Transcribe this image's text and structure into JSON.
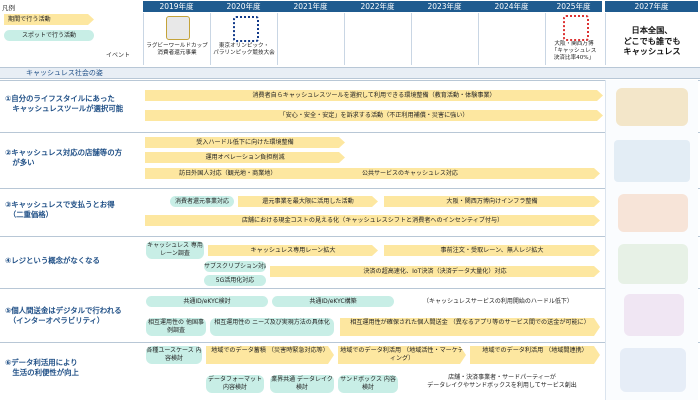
{
  "legend": {
    "title": "凡例",
    "period_label": "期間で行う活動",
    "spot_label": "スポットで行う活動",
    "event_label": "イベント"
  },
  "years": [
    "2019年度",
    "2020年度",
    "2021年度",
    "2022年度",
    "2023年度",
    "2024年度",
    "2025年度",
    "2027年度"
  ],
  "events": [
    {
      "label": "ラグビーワールドカップ\n消費者還元事業",
      "logo": "rugby-world-cup-logo"
    },
    {
      "label": "東京オリンピック・\nパラリンピック競技大会",
      "logo": "tokyo-2020-logo"
    },
    {
      "label": "大阪・関西万博\n「キャッシュレス\n決済比率40%」",
      "logo": "expo-2025-logo"
    }
  ],
  "goal": "日本全国、\nどこでも誰でも\nキャッシュレス",
  "society_label": "キャッシュレス社会の姿",
  "rows": [
    {
      "label": "①自分のライフスタイルにあった\n　キャッシュレスツールが選択可能",
      "items": [
        {
          "type": "arrow",
          "text": "消費者自らキャッシュレスツールを選択して利用できる環境整備（教育活動・体験事業）"
        },
        {
          "type": "arrow",
          "text": "「安心・安全・安定」を訴求する活動（不正利用補償・災害に強い）"
        }
      ]
    },
    {
      "label": "②キャッシュレス対応の店舗等の方\n　が多い",
      "items": [
        {
          "type": "arrow",
          "text": "受入ハードル低下に向けた環境整備"
        },
        {
          "type": "arrow",
          "text": "運用オペレーション負担削減"
        },
        {
          "type": "arrow",
          "text": "訪日外国人対応（観光地・商業地）"
        },
        {
          "type": "plain",
          "text": "公共サービスのキャッシュレス対応"
        }
      ]
    },
    {
      "label": "③キャッシュレスで支払うとお得\n　（二重価格）",
      "items": [
        {
          "type": "oval",
          "text": "消費者還元事業対応"
        },
        {
          "type": "arrow",
          "text": "還元事業を最大限に活用した活動"
        },
        {
          "type": "arrow",
          "text": "大阪・関西万博向けインフラ整備"
        },
        {
          "type": "arrow",
          "text": "店舗における現金コストの見える化（キャッシュレスシフトと消費者へのインセンティブ付与）"
        }
      ]
    },
    {
      "label": "④レジという概念がなくなる",
      "items": [
        {
          "type": "oval",
          "text": "キャッシュレス\n専用レーン調査"
        },
        {
          "type": "arrow",
          "text": "キャッシュレス専用レーン拡大"
        },
        {
          "type": "arrow",
          "text": "事前注文・受取レーン、無人レジ拡大"
        },
        {
          "type": "oval",
          "text": "サブスクリプション対応"
        },
        {
          "type": "oval",
          "text": "5G活用化対応"
        },
        {
          "type": "arrow",
          "text": "決済の超高速化、IoT決済（決済データ大量化）対応"
        }
      ]
    },
    {
      "label": "⑤個人間送金はデジタルで行われる\n　（インターオペラビリティ）",
      "items": [
        {
          "type": "oval",
          "text": "共通ID/eKYC検討"
        },
        {
          "type": "oval",
          "text": "共通ID/eKYC構築"
        },
        {
          "type": "plain",
          "text": "（キャッシュレスサービスの利用開始のハードル低下）"
        },
        {
          "type": "oval",
          "text": "相互運用性の\n他国事例調査"
        },
        {
          "type": "oval",
          "text": "相互運用性の\nニーズ及び実現方法の具体化"
        },
        {
          "type": "arrow",
          "text": "相互運用性が確保された個人間送金\n（異なるアプリ等のサービス間での送金が可能に）"
        }
      ]
    },
    {
      "label": "⑥データ利活用により\n　生活の利便性が向上",
      "items": [
        {
          "type": "oval",
          "text": "各種ユースケース\n内容検討"
        },
        {
          "type": "arrow",
          "text": "地域でのデータ蓄積\n（災害時緊急対応等）"
        },
        {
          "type": "arrow",
          "text": "地域でのデータ利活用\n（地域活性・マーケティング）"
        },
        {
          "type": "arrow",
          "text": "地域でのデータ利活用\n（地域間連携）"
        },
        {
          "type": "oval",
          "text": "データフォーマット\n内容検討"
        },
        {
          "type": "oval",
          "text": "業界共通\nデータレイク検討"
        },
        {
          "type": "oval",
          "text": "サンドボックス\n内容検討"
        },
        {
          "type": "plain",
          "text": "店舗・決済事業者・サードパーティーが\nデータレイクやサンドボックスを利用してサービス創出"
        }
      ]
    }
  ],
  "colors": {
    "header": "#1f5b8f",
    "arrow": "#fde7a0",
    "oval": "#c8eee6",
    "label": "#1f4f86"
  }
}
